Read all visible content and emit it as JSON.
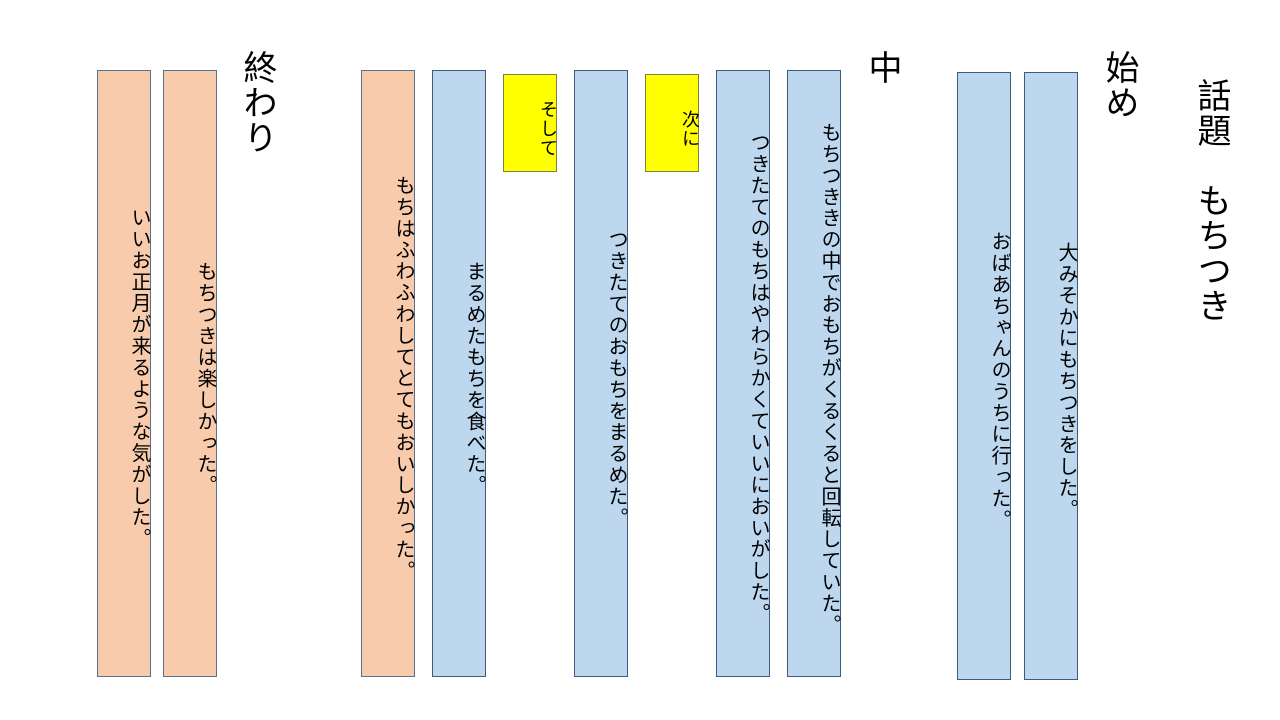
{
  "topic": {
    "label": "話題",
    "title": "もちつき"
  },
  "sections": {
    "beginning": {
      "heading": "始め",
      "lines": [
        "大みそかにもちつきをした。",
        "おばあちゃんのうちに行った。"
      ]
    },
    "middle": {
      "heading": "中",
      "lines": [
        "もちつききの中でおもちがくるくると回転していた。",
        "つきたてのもちはやわらかくていいにおいがした。",
        "つきたてのおもちをまるめた。",
        "まるめたもちを食べた。",
        "もちはふわふわしてとてもおいしかった。"
      ],
      "connectors": [
        "次に",
        "そして"
      ]
    },
    "ending": {
      "heading": "終わり",
      "lines": [
        "もちつきは楽しかった。",
        "いいお正月が来るような気がした。"
      ]
    }
  },
  "colors": {
    "blue_strip": "#bdd7ee",
    "peach_strip": "#f8cbad",
    "connector": "#ffff00"
  }
}
